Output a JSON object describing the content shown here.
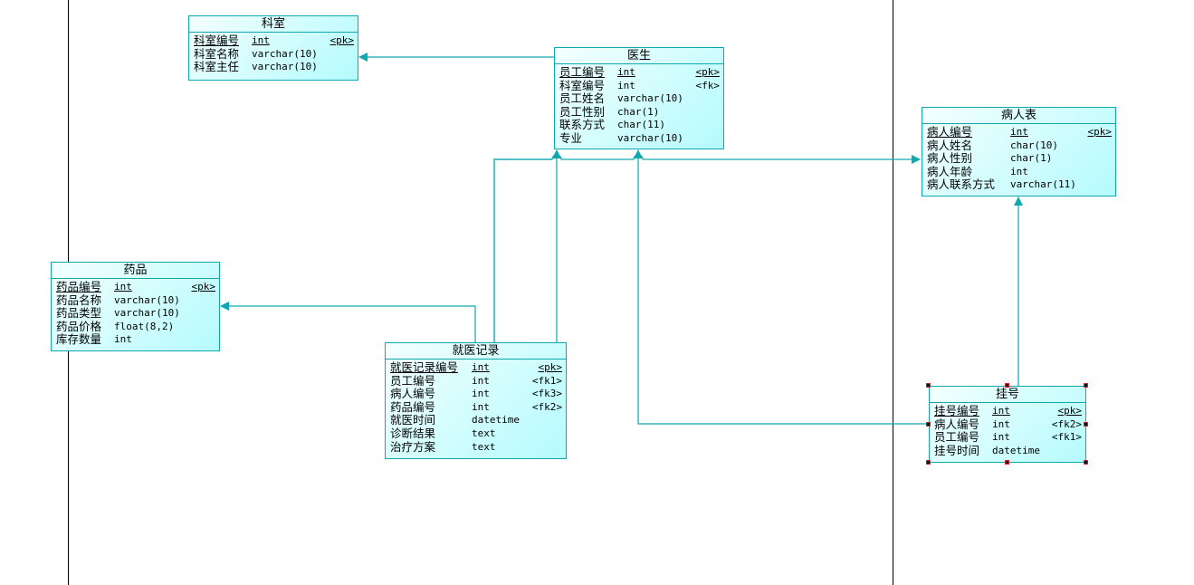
{
  "colors": {
    "link": "#10a8b0",
    "border": "#10a8b0",
    "fill": "#b4fbfd"
  },
  "tables": [
    {
      "id": "keshi",
      "title": "科室",
      "cols": [
        {
          "name": "科室编号",
          "type": "int",
          "key": "<pk>",
          "pk": true
        },
        {
          "name": "科室名称",
          "type": "varchar(10)",
          "key": ""
        },
        {
          "name": "科室主任",
          "type": "varchar(10)",
          "key": ""
        }
      ]
    },
    {
      "id": "yisheng",
      "title": "医生",
      "cols": [
        {
          "name": "员工编号",
          "type": "int",
          "key": "<pk>",
          "pk": true
        },
        {
          "name": "科室编号",
          "type": "int",
          "key": "<fk>"
        },
        {
          "name": "员工姓名",
          "type": "varchar(10)",
          "key": ""
        },
        {
          "name": "员工性别",
          "type": "char(1)",
          "key": ""
        },
        {
          "name": "联系方式",
          "type": "char(11)",
          "key": ""
        },
        {
          "name": "专业",
          "type": "varchar(10)",
          "key": ""
        }
      ]
    },
    {
      "id": "bingren",
      "title": "病人表",
      "cols": [
        {
          "name": "病人编号",
          "type": "int",
          "key": "<pk>",
          "pk": true
        },
        {
          "name": "病人姓名",
          "type": "char(10)",
          "key": ""
        },
        {
          "name": "病人性别",
          "type": "char(1)",
          "key": ""
        },
        {
          "name": "病人年龄",
          "type": "int",
          "key": ""
        },
        {
          "name": "病人联系方式",
          "type": "varchar(11)",
          "key": ""
        }
      ]
    },
    {
      "id": "yaopin",
      "title": "药品",
      "cols": [
        {
          "name": "药品编号",
          "type": "int",
          "key": "<pk>",
          "pk": true
        },
        {
          "name": "药品名称",
          "type": "varchar(10)",
          "key": ""
        },
        {
          "name": "药品类型",
          "type": "varchar(10)",
          "key": ""
        },
        {
          "name": "药品价格",
          "type": "float(8,2)",
          "key": ""
        },
        {
          "name": "库存数量",
          "type": "int",
          "key": ""
        }
      ]
    },
    {
      "id": "jiuyi",
      "title": "就医记录",
      "cols": [
        {
          "name": "就医记录编号",
          "type": "int",
          "key": "<pk>",
          "pk": true
        },
        {
          "name": "员工编号",
          "type": "int",
          "key": "<fk1>"
        },
        {
          "name": "病人编号",
          "type": "int",
          "key": "<fk3>"
        },
        {
          "name": "药品编号",
          "type": "int",
          "key": "<fk2>"
        },
        {
          "name": "就医时间",
          "type": "datetime",
          "key": ""
        },
        {
          "name": "诊断结果",
          "type": "text",
          "key": ""
        },
        {
          "name": "治疗方案",
          "type": "text",
          "key": ""
        }
      ]
    },
    {
      "id": "guahao",
      "title": "挂号",
      "selected": true,
      "cols": [
        {
          "name": "挂号编号",
          "type": "int",
          "key": "<pk>",
          "pk": true
        },
        {
          "name": "病人编号",
          "type": "int",
          "key": "<fk2>"
        },
        {
          "name": "员工编号",
          "type": "int",
          "key": "<fk1>"
        },
        {
          "name": "挂号时间",
          "type": "datetime",
          "key": ""
        }
      ]
    }
  ]
}
